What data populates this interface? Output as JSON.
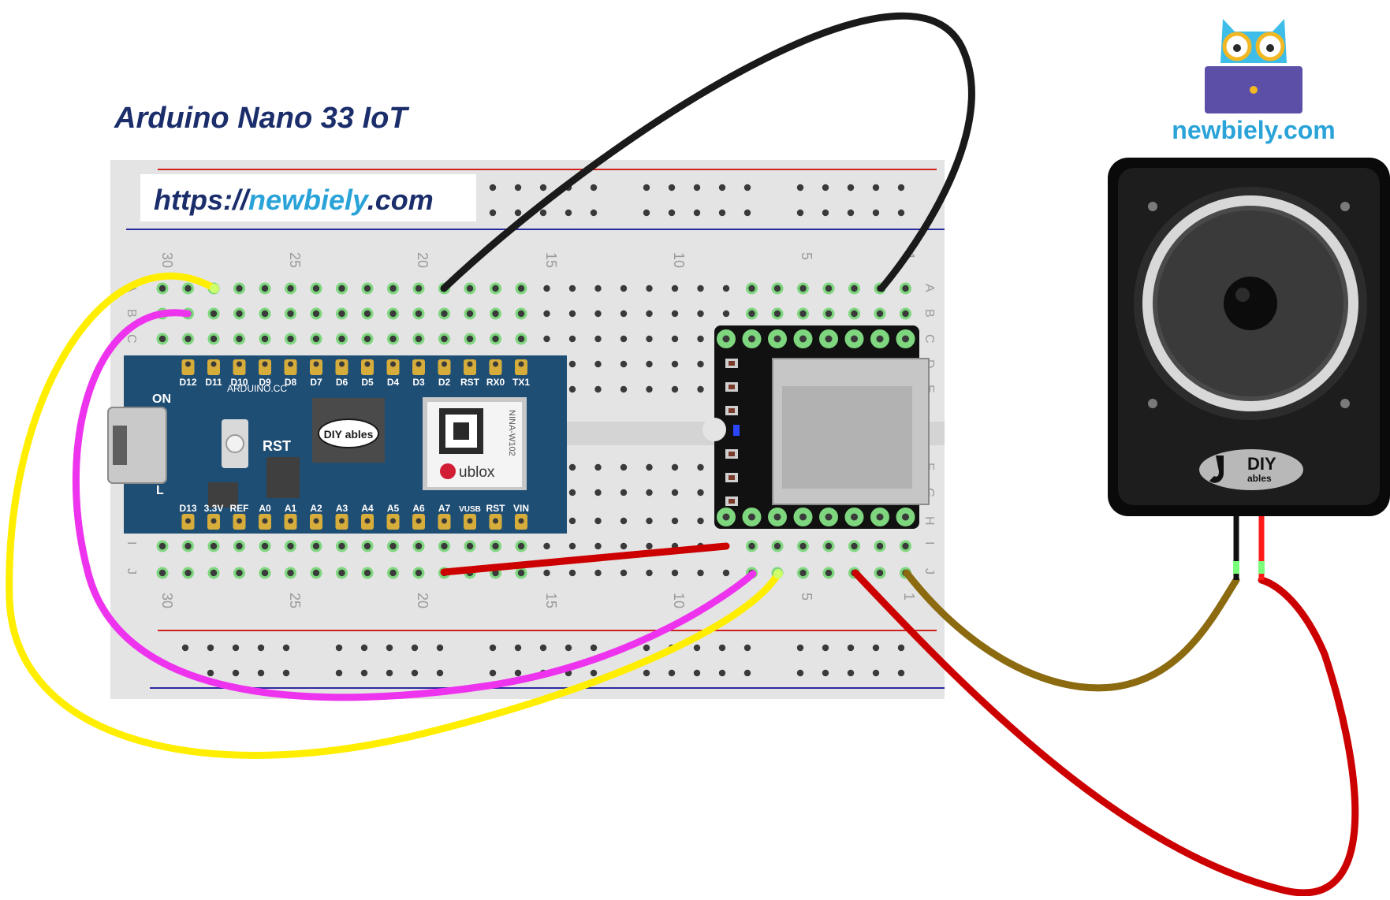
{
  "title": "Arduino Nano 33 IoT",
  "url_banner": {
    "prefix": "https://",
    "domain": "newbiely",
    "suffix": ".com"
  },
  "brand": {
    "name": "newbiely.com"
  },
  "breadboard": {
    "row_letters_left": [
      "A",
      "B",
      "C",
      "I",
      "J"
    ],
    "row_letters_right": [
      "A",
      "B",
      "C",
      "D",
      "E",
      "F",
      "G",
      "H",
      "I",
      "J"
    ],
    "column_numbers": [
      "30",
      "25",
      "20",
      "15",
      "10",
      "5",
      "1"
    ]
  },
  "arduino": {
    "top_pins": [
      "D12",
      "D11",
      "D10",
      "D9",
      "D8",
      "D7",
      "D6",
      "D5",
      "D4",
      "D3",
      "D2",
      "RST",
      "RX0",
      "TX1"
    ],
    "bottom_pins": [
      "D13",
      "3.3V",
      "REF",
      "A0",
      "A1",
      "A2",
      "A3",
      "A4",
      "A5",
      "A6",
      "A7",
      "VUSB",
      "RST",
      "VIN"
    ],
    "board_url": "ARDUINO.CC",
    "on_label": "ON",
    "l_label": "L",
    "rst_label": "RST",
    "module_brand": "ublox",
    "module_model": "NINA-W102",
    "diy_logo": "DIY ables"
  },
  "speaker": {
    "logo_diy": "DIY",
    "logo_ables": "ables"
  },
  "wires": [
    {
      "name": "black",
      "color": "#1a1a1a"
    },
    {
      "name": "yellow",
      "color": "#ffee00"
    },
    {
      "name": "magenta",
      "color": "#ee33ee"
    },
    {
      "name": "red",
      "color": "#cc0000"
    },
    {
      "name": "brown",
      "color": "#8b6a10"
    }
  ]
}
